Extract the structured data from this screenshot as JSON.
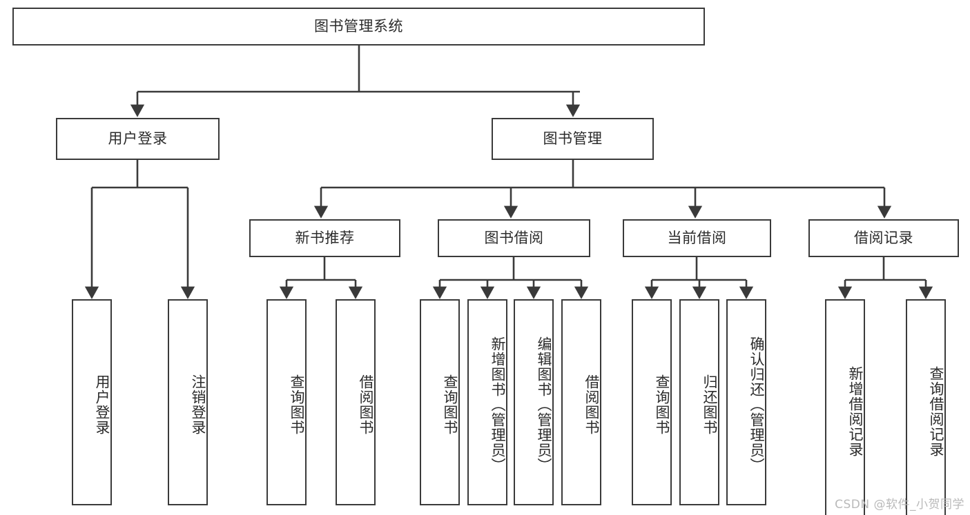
{
  "diagram": {
    "title": "图书管理系统",
    "type": "function-structure-tree",
    "stroke_color": "#3a3a3a",
    "fill_color": "#ffffff",
    "text_color": "#2b2b2b"
  },
  "nodes": {
    "root": {
      "label": "图书管理系统"
    },
    "level2": [
      {
        "label": "用户登录"
      },
      {
        "label": "图书管理"
      }
    ],
    "level3": [
      {
        "label": "新书推荐"
      },
      {
        "label": "图书借阅"
      },
      {
        "label": "当前借阅"
      },
      {
        "label": "借阅记录"
      }
    ],
    "leaves": {
      "user_login": [
        {
          "label": "用户登录"
        },
        {
          "label": "注销登录"
        }
      ],
      "new_book": [
        {
          "label": "查询图书"
        },
        {
          "label": "借阅图书"
        }
      ],
      "book_borrow": [
        {
          "label": "查询图书"
        },
        {
          "label": "新增图书（管理员）"
        },
        {
          "label": "编辑图书（管理员）"
        },
        {
          "label": "借阅图书"
        }
      ],
      "current_borrow": [
        {
          "label": "查询图书"
        },
        {
          "label": "归还图书"
        },
        {
          "label": "确认归还（管理员）"
        }
      ],
      "borrow_record": [
        {
          "label": "新增借阅记录"
        },
        {
          "label": "查询借阅记录"
        }
      ]
    }
  },
  "watermark": {
    "text": "CSDN @软件_小贺同学"
  }
}
